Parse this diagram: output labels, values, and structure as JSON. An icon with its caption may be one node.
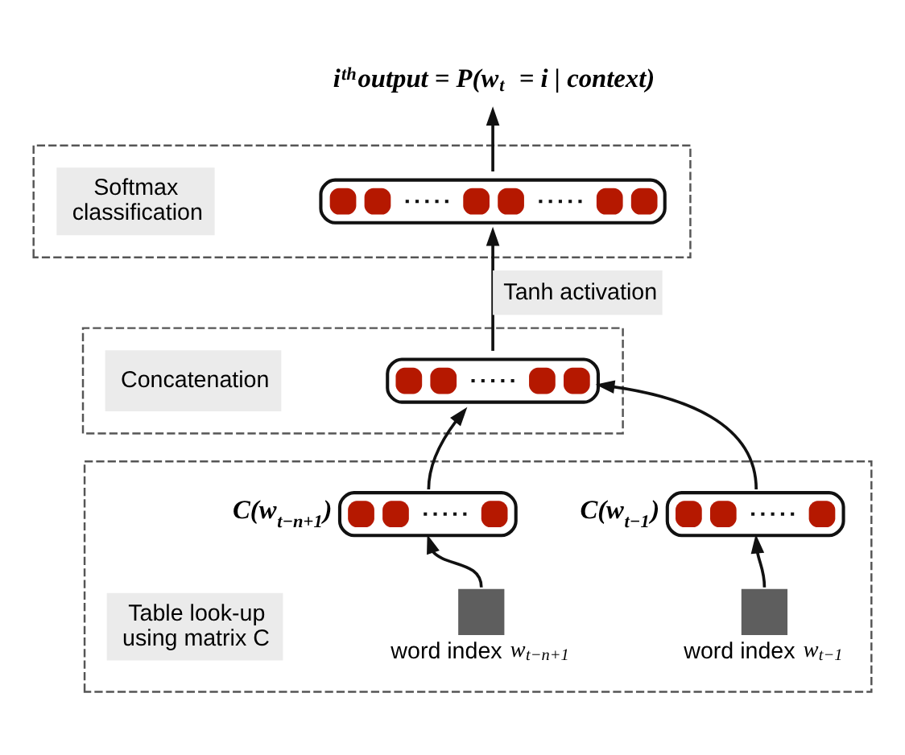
{
  "diagram": {
    "nodes": [
      {
        "text": [
          "i$^{th}$output = P(w$_{t}$ = i | context)"
        ]
      },
      {
        "text": [],
        "shape": "box"
      },
      {
        "text": [
          "Softmax classification"
        ],
        "in": 1
      },
      {
        "text": [],
        "shape": "box",
        "in": 1
      },
      {
        "text": [],
        "shape": "box"
      },
      {
        "text": [
          "Concatenation"
        ],
        "in": 4
      },
      {
        "text": [],
        "shape": "box",
        "in": 4
      },
      {
        "text": [],
        "shape": "box"
      },
      {
        "text": [],
        "shape": "box",
        "in": 7,
        "beside": [
          "C(w$_{t−n+1}$)"
        ]
      },
      {
        "text": [],
        "shape": "box",
        "in": 7,
        "beside": [
          "C(w$_{t−1}$)"
        ]
      },
      {
        "text": [
          "Table look-up using matrix C"
        ],
        "in": 7
      },
      {
        "text": [],
        "shape": "square",
        "in": 7,
        "beside": [
          "word index *w*$_{t−n+1}$"
        ]
      },
      {
        "text": [],
        "shape": "square",
        "in": 7,
        "beside": [
          "word index *w*$_{t−1}$"
        ]
      }
    ],
    "edges": [
      {
        "from": 3,
        "to": 0,
        "arrow": "to"
      },
      {
        "from": 6,
        "to": 3,
        "arrow": "to",
        "label": "Tanh activation"
      },
      {
        "from": 8,
        "to": 6,
        "arrow": "to"
      },
      {
        "from": 9,
        "to": 6,
        "arrow": "to"
      },
      {
        "from": 11,
        "to": 8,
        "arrow": "to"
      },
      {
        "from": 12,
        "to": 9,
        "arrow": "to"
      }
    ]
  }
}
